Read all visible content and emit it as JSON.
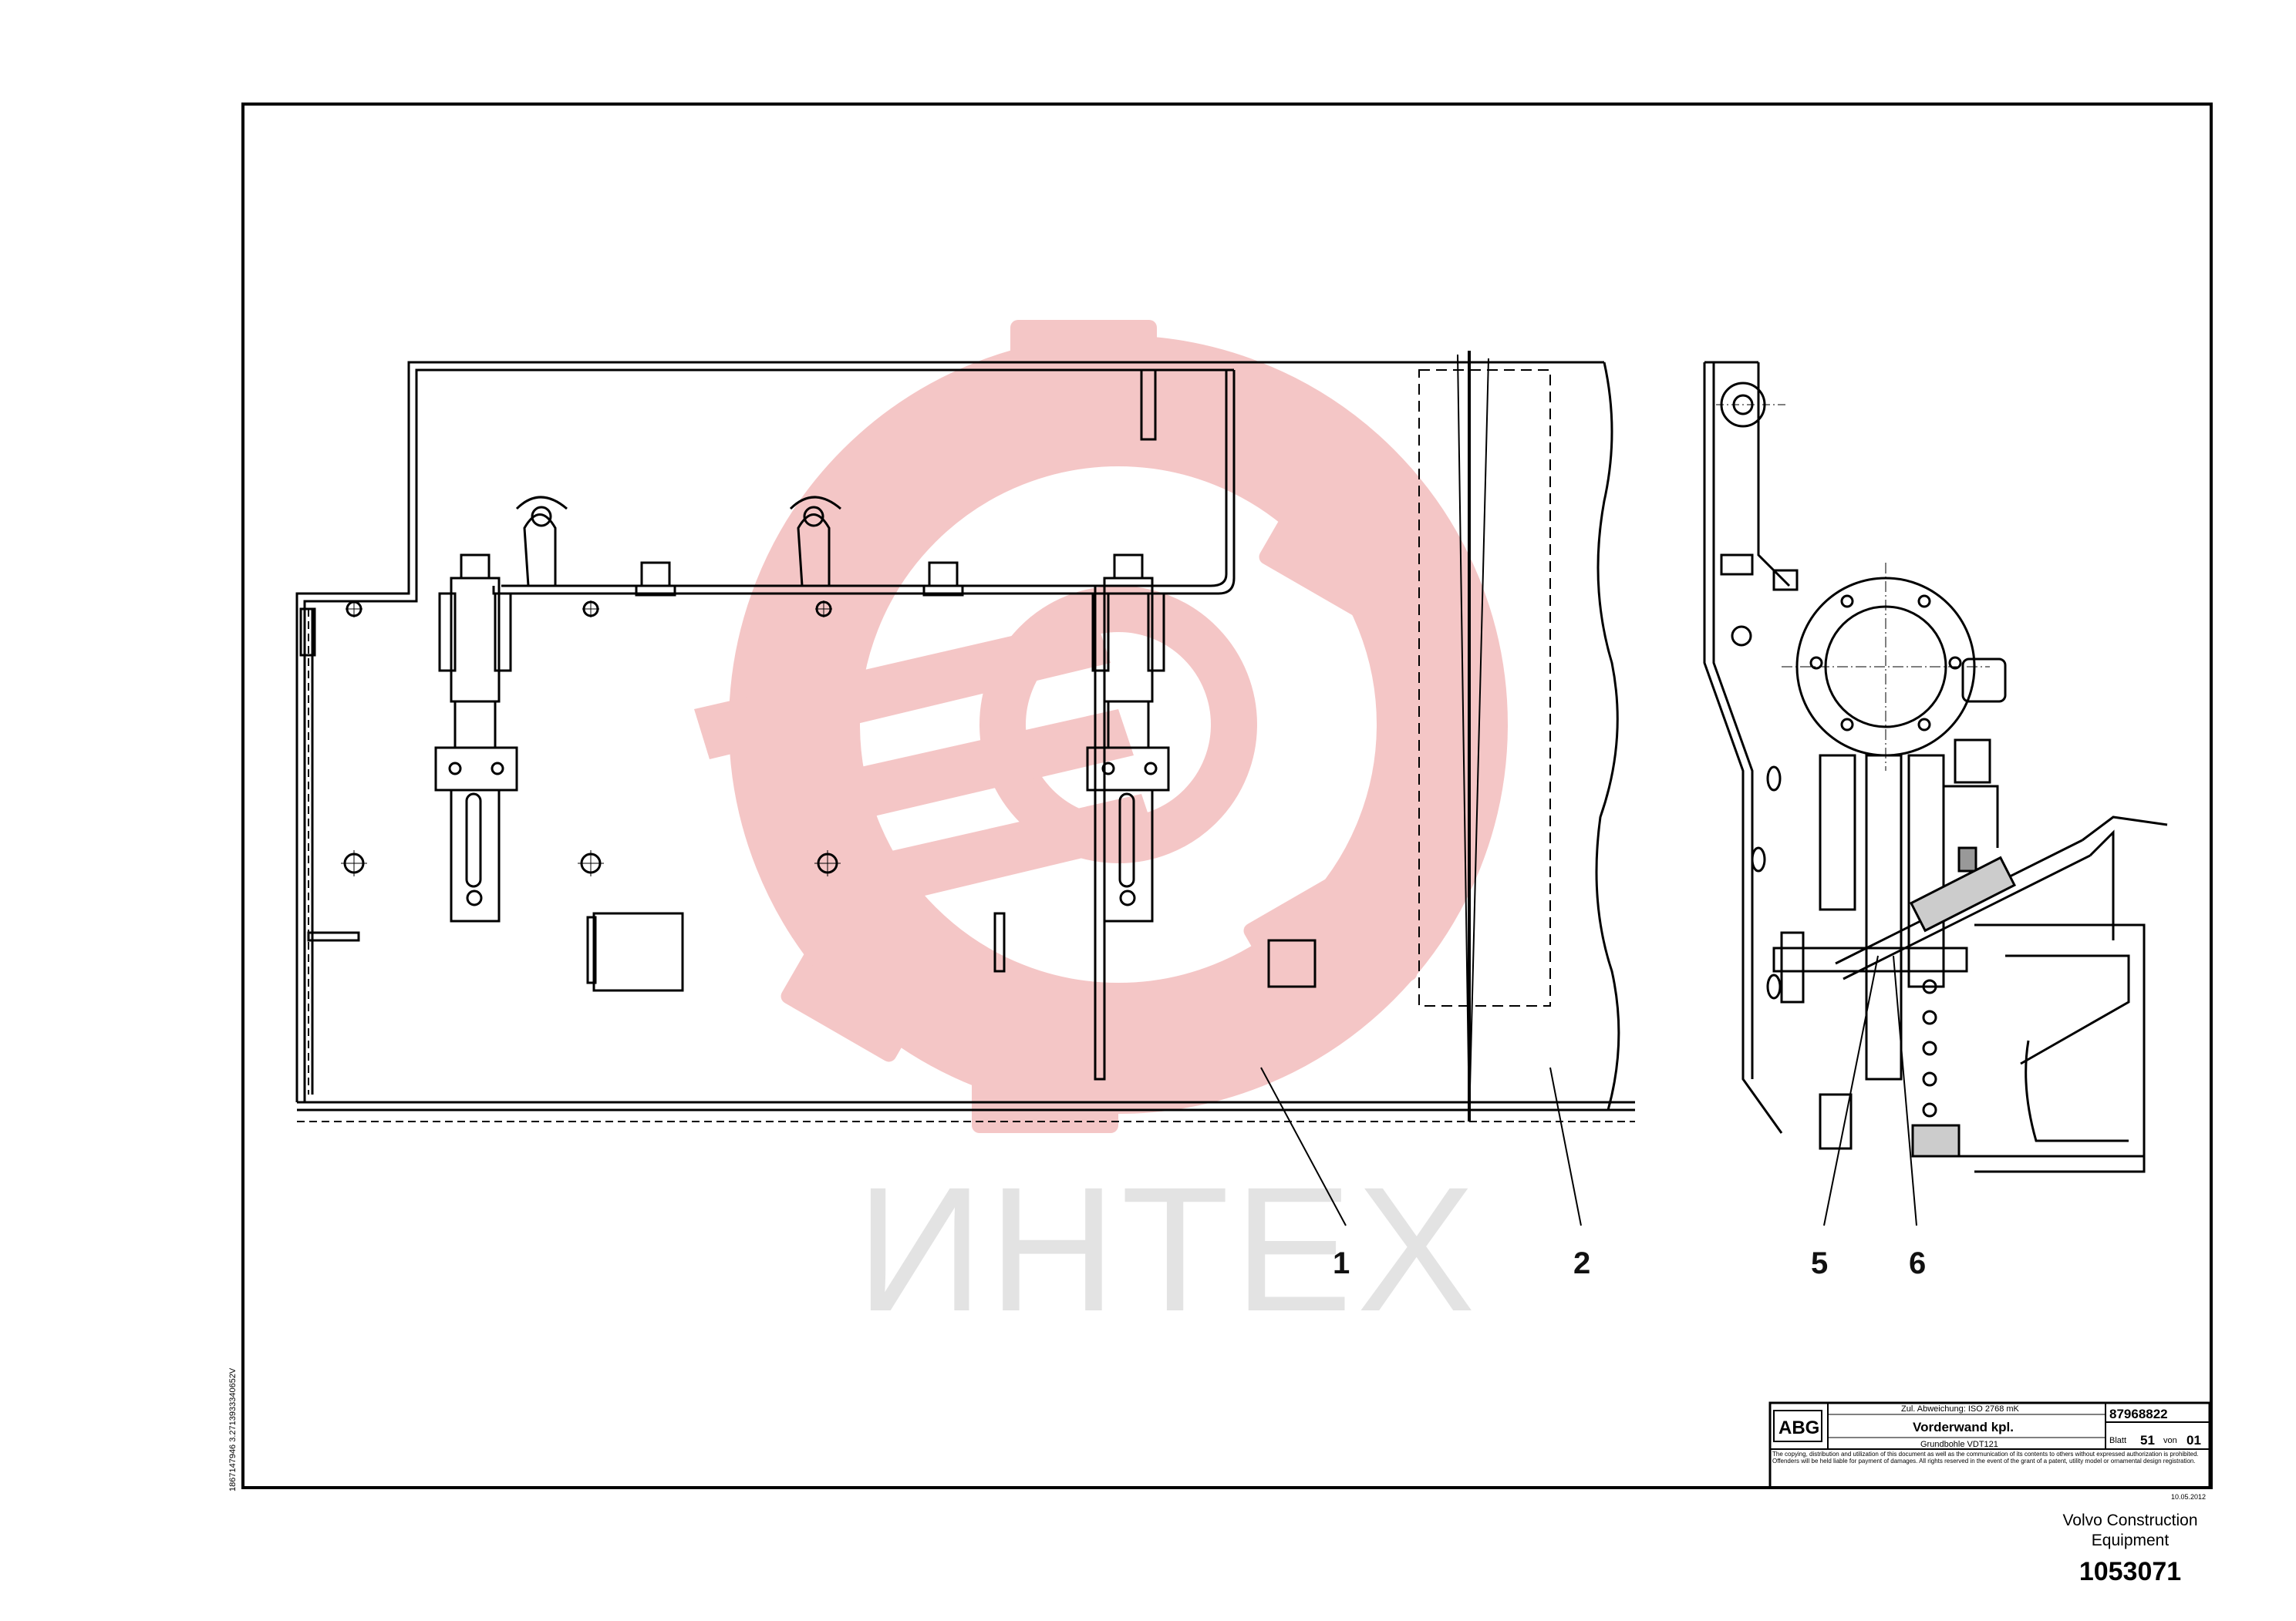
{
  "watermark": {
    "text": "ИНТЕХ",
    "color": "#f3bcbc"
  },
  "callouts": [
    {
      "id": "1",
      "label": "1"
    },
    {
      "id": "2",
      "label": "2"
    },
    {
      "id": "5",
      "label": "5"
    },
    {
      "id": "6",
      "label": "6"
    }
  ],
  "side_code": "1867147946 3.2713933340652V",
  "title_block": {
    "logo": "ABG",
    "top_note": "Zul. Abweichung: ISO 2768 mK",
    "part_number": "87968822",
    "title": "Vorderwand kpl.",
    "subtitle": "Grundbohle VDT121",
    "sheet_label": "Blatt",
    "sheet_number": "51",
    "sheet_of_label": "von",
    "sheet_total": "01",
    "copyright": "The copying, distribution and utilization of this document as well as the communication of its contents to others without expressed authorization is prohibited. Offenders will be held liable for payment of damages. All rights reserved in the event of the grant of a patent, utility model or ornamental design registration.",
    "date": "10.05.2012"
  },
  "footer": {
    "company": "Volvo Construction Equipment",
    "document_number": "1053071"
  }
}
